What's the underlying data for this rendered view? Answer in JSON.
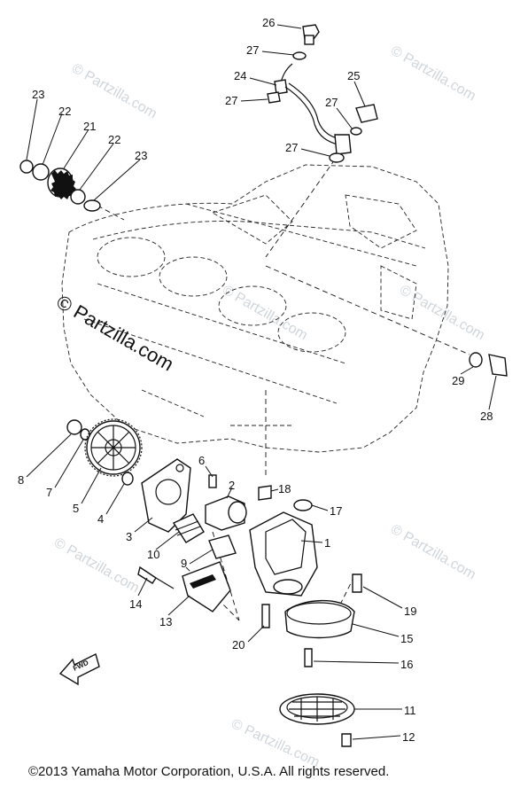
{
  "watermarks": [
    {
      "text": "© Partzilla.com"
    },
    {
      "text": "© Partzilla.com"
    },
    {
      "text": "© Partzilla.com"
    },
    {
      "text": "© Partzilla.com"
    },
    {
      "text": "© Partzilla.com"
    },
    {
      "text": "© Partzilla.com"
    },
    {
      "text": "© Partzilla.com"
    }
  ],
  "main_watermark": "© Partzilla.com",
  "fwd_label": "FWD",
  "callouts": [
    "26",
    "27",
    "24",
    "25",
    "27",
    "27",
    "23",
    "22",
    "21",
    "22",
    "23",
    "29",
    "28",
    "8",
    "7",
    "5",
    "4",
    "6",
    "3",
    "10",
    "9",
    "2",
    "18",
    "17",
    "1",
    "14",
    "13",
    "19",
    "20",
    "15",
    "16",
    "11",
    "12"
  ],
  "copyright": "©2013  Yamaha Motor Corporation, U.S.A. All rights reserved."
}
